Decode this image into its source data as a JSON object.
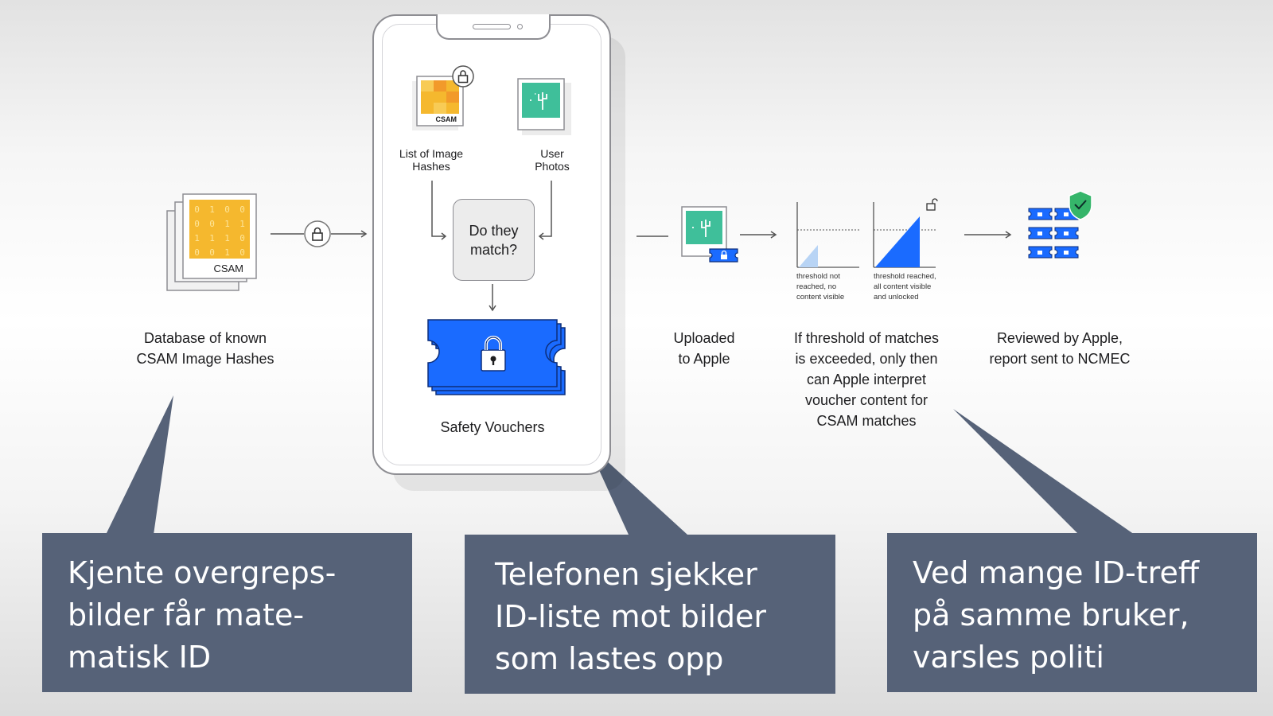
{
  "diagram": {
    "database_label": [
      "Database of known",
      "CSAM Image Hashes"
    ],
    "database_csam_tag": "CSAM",
    "database_grid_digits": [
      "0",
      "1",
      "0",
      "0",
      "0",
      "0",
      "1",
      "1",
      "1",
      "1",
      "1",
      "0",
      "0",
      "0",
      "1",
      "0"
    ],
    "list_hashes_label": [
      "List of Image",
      "Hashes"
    ],
    "list_csam_tag": "CSAM",
    "user_photos_label": [
      "User",
      "Photos"
    ],
    "match_question": [
      "Do they",
      "match?"
    ],
    "safety_vouchers_label": "Safety Vouchers",
    "uploaded_label": [
      "Uploaded",
      "to Apple"
    ],
    "threshold_not_reached": [
      "threshold not",
      "reached, no",
      "content visible"
    ],
    "threshold_reached": [
      "threshold reached,",
      "all content visible",
      "and unlocked"
    ],
    "threshold_label": [
      "If threshold of matches",
      "is exceeded, only then",
      "can Apple interpret",
      "voucher content for",
      "CSAM matches"
    ],
    "reviewed_label": [
      "Reviewed by Apple,",
      "report sent to NCMEC"
    ]
  },
  "callouts": [
    {
      "lines": [
        "Kjente overgreps-",
        "bilder får mate-",
        "matisk ID"
      ]
    },
    {
      "lines": [
        "Telefonen sjekker",
        "ID-liste mot bilder",
        "som lastes opp"
      ]
    },
    {
      "lines": [
        "Ved mange ID-treff",
        "på samme bruker,",
        "varsles politi"
      ]
    }
  ],
  "colors": {
    "callout_bg": "#566278",
    "voucher_blue": "#1a6bff",
    "photo_green": "#3fbf9a",
    "csam_orange": "#f5b82e",
    "shield_green": "#35b56a"
  }
}
